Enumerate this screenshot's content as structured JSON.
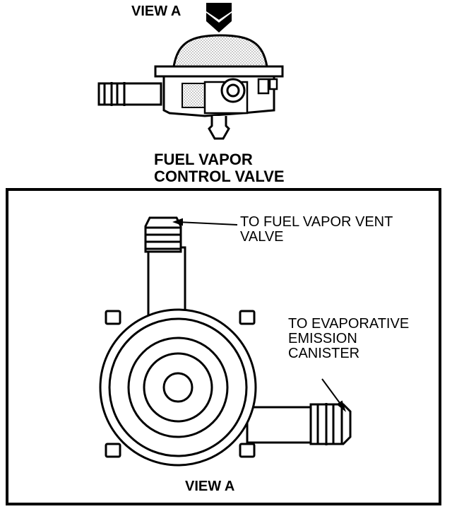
{
  "labels": {
    "view_a_top": "VIEW A",
    "title_line1": "FUEL VAPOR",
    "title_line2": "CONTROL VALVE",
    "vent_line1": "TO FUEL VAPOR VENT",
    "vent_line2": "VALVE",
    "canister_line1": "TO EVAPORATIVE",
    "canister_line2": "EMISSION",
    "canister_line3": "CANISTER",
    "view_a_bottom": "VIEW A"
  },
  "colors": {
    "ink": "#000000",
    "paper": "#ffffff"
  }
}
